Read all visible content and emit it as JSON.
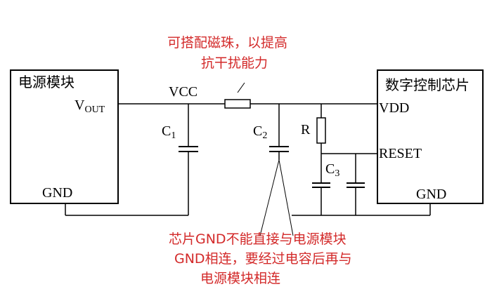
{
  "colors": {
    "annotation": "#d32a2a",
    "line": "#000000"
  },
  "power_module": {
    "title": "电源模块",
    "vout_main": "V",
    "vout_sub": "OUT",
    "gnd": "GND"
  },
  "chip": {
    "title": "数字控制芯片",
    "vdd": "VDD",
    "reset": "RESET",
    "gnd": "GND"
  },
  "nets": {
    "vcc": "VCC"
  },
  "components": {
    "c1_main": "C",
    "c1_sub": "1",
    "c2_main": "C",
    "c2_sub": "2",
    "c3_main": "C",
    "c3_sub": "3",
    "r": "R"
  },
  "annotations": {
    "bead_line1": "可搭配磁珠，以提高",
    "bead_line2": "抗干扰能力",
    "gnd_line1": "芯片GND不能直接与电源模块",
    "gnd_line2": "GND相连，要经过电容后再与",
    "gnd_line3": "电源模块相连"
  }
}
